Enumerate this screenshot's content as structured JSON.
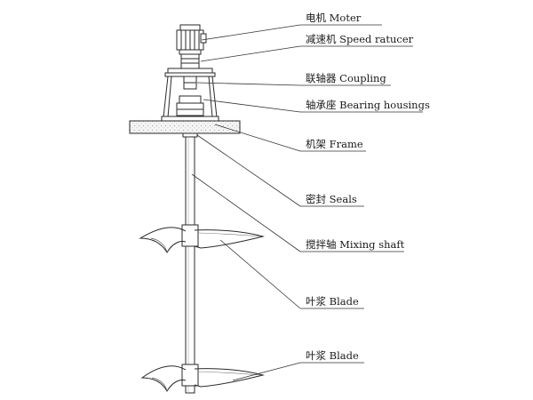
{
  "diagram": {
    "labels": [
      {
        "id": "motor",
        "text": "电机 Moter"
      },
      {
        "id": "speed-reducer",
        "text": "减速机 Speed ratucer"
      },
      {
        "id": "coupling",
        "text": "联轴器 Coupling"
      },
      {
        "id": "bearing",
        "text": "轴承座 Bearing housings"
      },
      {
        "id": "frame",
        "text": "机架 Frame"
      },
      {
        "id": "seals",
        "text": "密封 Seals"
      },
      {
        "id": "mixing-shaft",
        "text": "搅拌轴 Mixing shaft"
      },
      {
        "id": "blade-upper",
        "text": "叶浆 Blade"
      },
      {
        "id": "blade-lower",
        "text": "叶浆 Blade"
      }
    ]
  }
}
